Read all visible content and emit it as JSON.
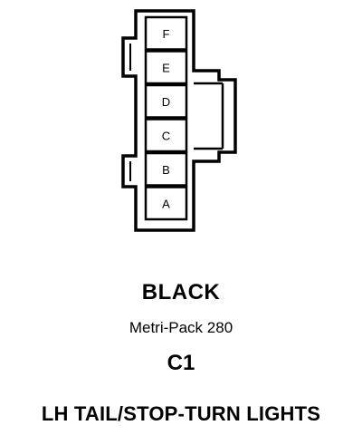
{
  "connector": {
    "cavities": [
      "F",
      "E",
      "D",
      "C",
      "B",
      "A"
    ]
  },
  "labels": {
    "color": "BLACK",
    "type": "Metri-Pack 280",
    "id": "C1",
    "circuit": "LH TAIL/STOP-TURN LIGHTS"
  }
}
